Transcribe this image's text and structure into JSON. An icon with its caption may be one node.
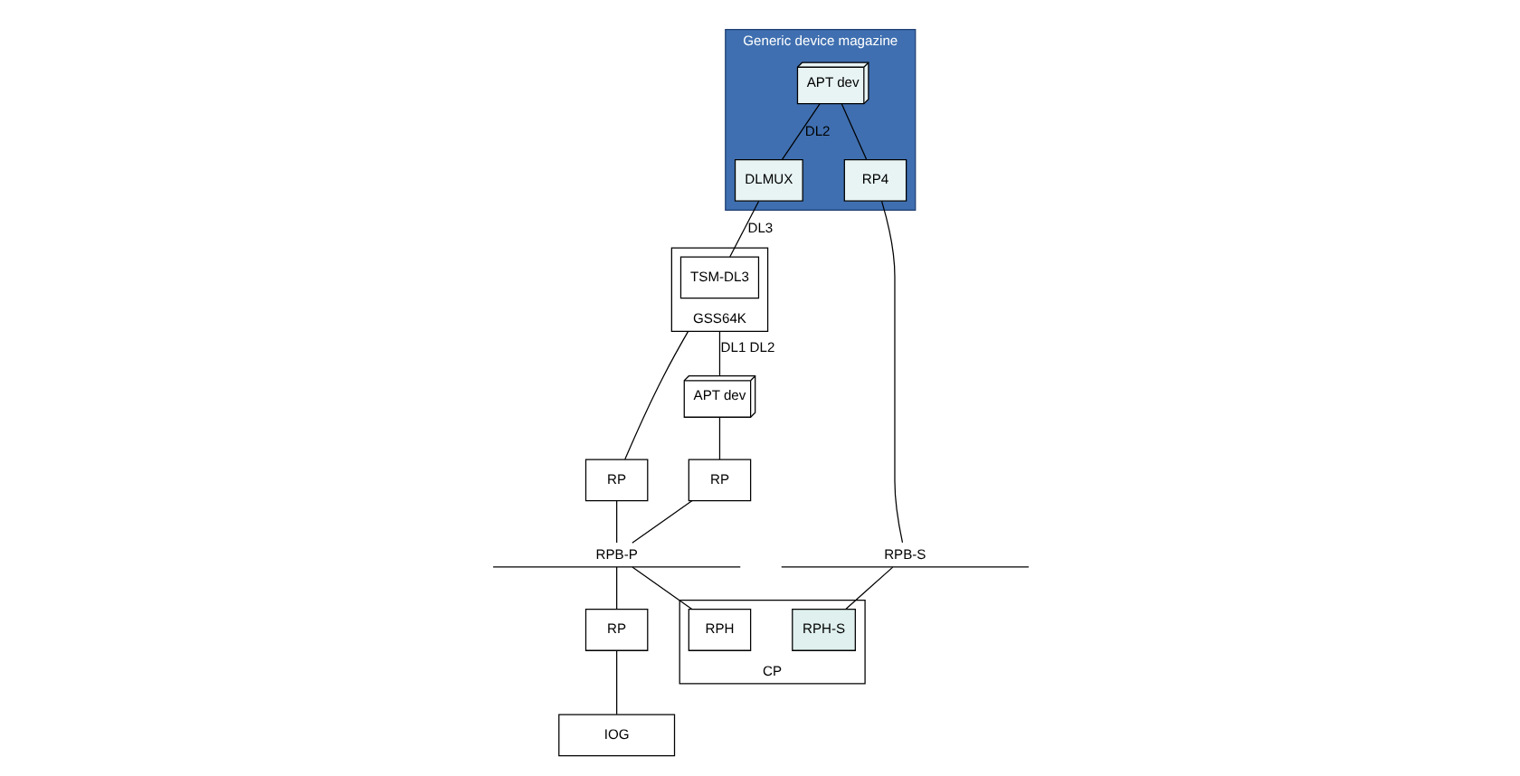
{
  "diagram": {
    "nodes": [
      {
        "text": [
          "Generic device magazine"
        ]
      },
      {
        "text": [
          "APT dev"
        ],
        "in": 0
      },
      {
        "text": [
          "DLMUX"
        ],
        "in": 0
      },
      {
        "text": [
          "RP4"
        ],
        "in": 0
      },
      {
        "text": [
          "GSS64K"
        ]
      },
      {
        "text": [
          "TSM-DL3"
        ],
        "in": 4
      },
      {
        "text": [
          "APT dev"
        ]
      },
      {
        "text": [
          "RP"
        ]
      },
      {
        "text": [
          "RP"
        ]
      },
      {
        "text": [
          "RPB-P"
        ]
      },
      {
        "text": [
          "RPB-S"
        ]
      },
      {
        "text": [
          "CP"
        ]
      },
      {
        "text": [
          "RPH-S"
        ],
        "in": 11
      },
      {
        "text": [
          "RPH"
        ],
        "in": 11
      },
      {
        "text": [
          "RP"
        ]
      },
      {
        "text": [
          "IOG"
        ]
      }
    ],
    "edges": [
      {
        "from": 1,
        "to": 2,
        "arrow": "none",
        "label": "DL2"
      },
      {
        "from": 2,
        "to": 5,
        "arrow": "none",
        "label": "DL3"
      },
      {
        "from": 4,
        "to": 6,
        "arrow": "none",
        "label": "DL1 DL2"
      },
      {
        "from": 1,
        "to": 3,
        "arrow": "none"
      },
      {
        "from": 4,
        "to": 7,
        "arrow": "none"
      },
      {
        "from": 6,
        "to": 8,
        "arrow": "none"
      },
      {
        "from": 7,
        "to": 9,
        "arrow": "none"
      },
      {
        "from": 8,
        "to": 9,
        "arrow": "none"
      },
      {
        "from": 9,
        "to": 13,
        "arrow": "none"
      },
      {
        "from": 9,
        "to": 14,
        "arrow": "none"
      },
      {
        "from": 14,
        "to": 15,
        "arrow": "none"
      },
      {
        "from": 3,
        "to": 10,
        "arrow": "none"
      },
      {
        "from": 10,
        "to": 12,
        "arrow": "none"
      }
    ]
  }
}
